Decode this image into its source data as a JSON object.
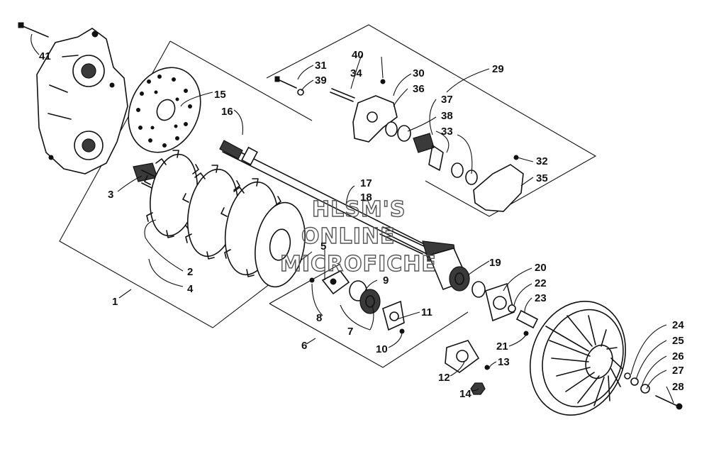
{
  "watermark": {
    "line1": "HLSM'S",
    "line2": "ONLINE",
    "line3": "MICROFICHE"
  },
  "callouts": {
    "c1": "1",
    "c2": "2",
    "c3": "3",
    "c4": "4",
    "c5": "5",
    "c6": "6",
    "c7": "7",
    "c8": "8",
    "c9": "9",
    "c10": "10",
    "c11": "11",
    "c12": "12",
    "c13": "13",
    "c14": "14",
    "c15": "15",
    "c16": "16",
    "c17": "17",
    "c18": "18",
    "c19": "19",
    "c20": "20",
    "c21": "21",
    "c22": "22",
    "c23": "23",
    "c24": "24",
    "c25": "25",
    "c26": "26",
    "c27": "27",
    "c28": "28",
    "c29": "29",
    "c30": "30",
    "c31": "31",
    "c32": "32",
    "c33": "33",
    "c34": "34",
    "c35": "35",
    "c36": "36",
    "c37": "37",
    "c38": "38",
    "c39": "39",
    "c40": "40",
    "c41": "41"
  }
}
